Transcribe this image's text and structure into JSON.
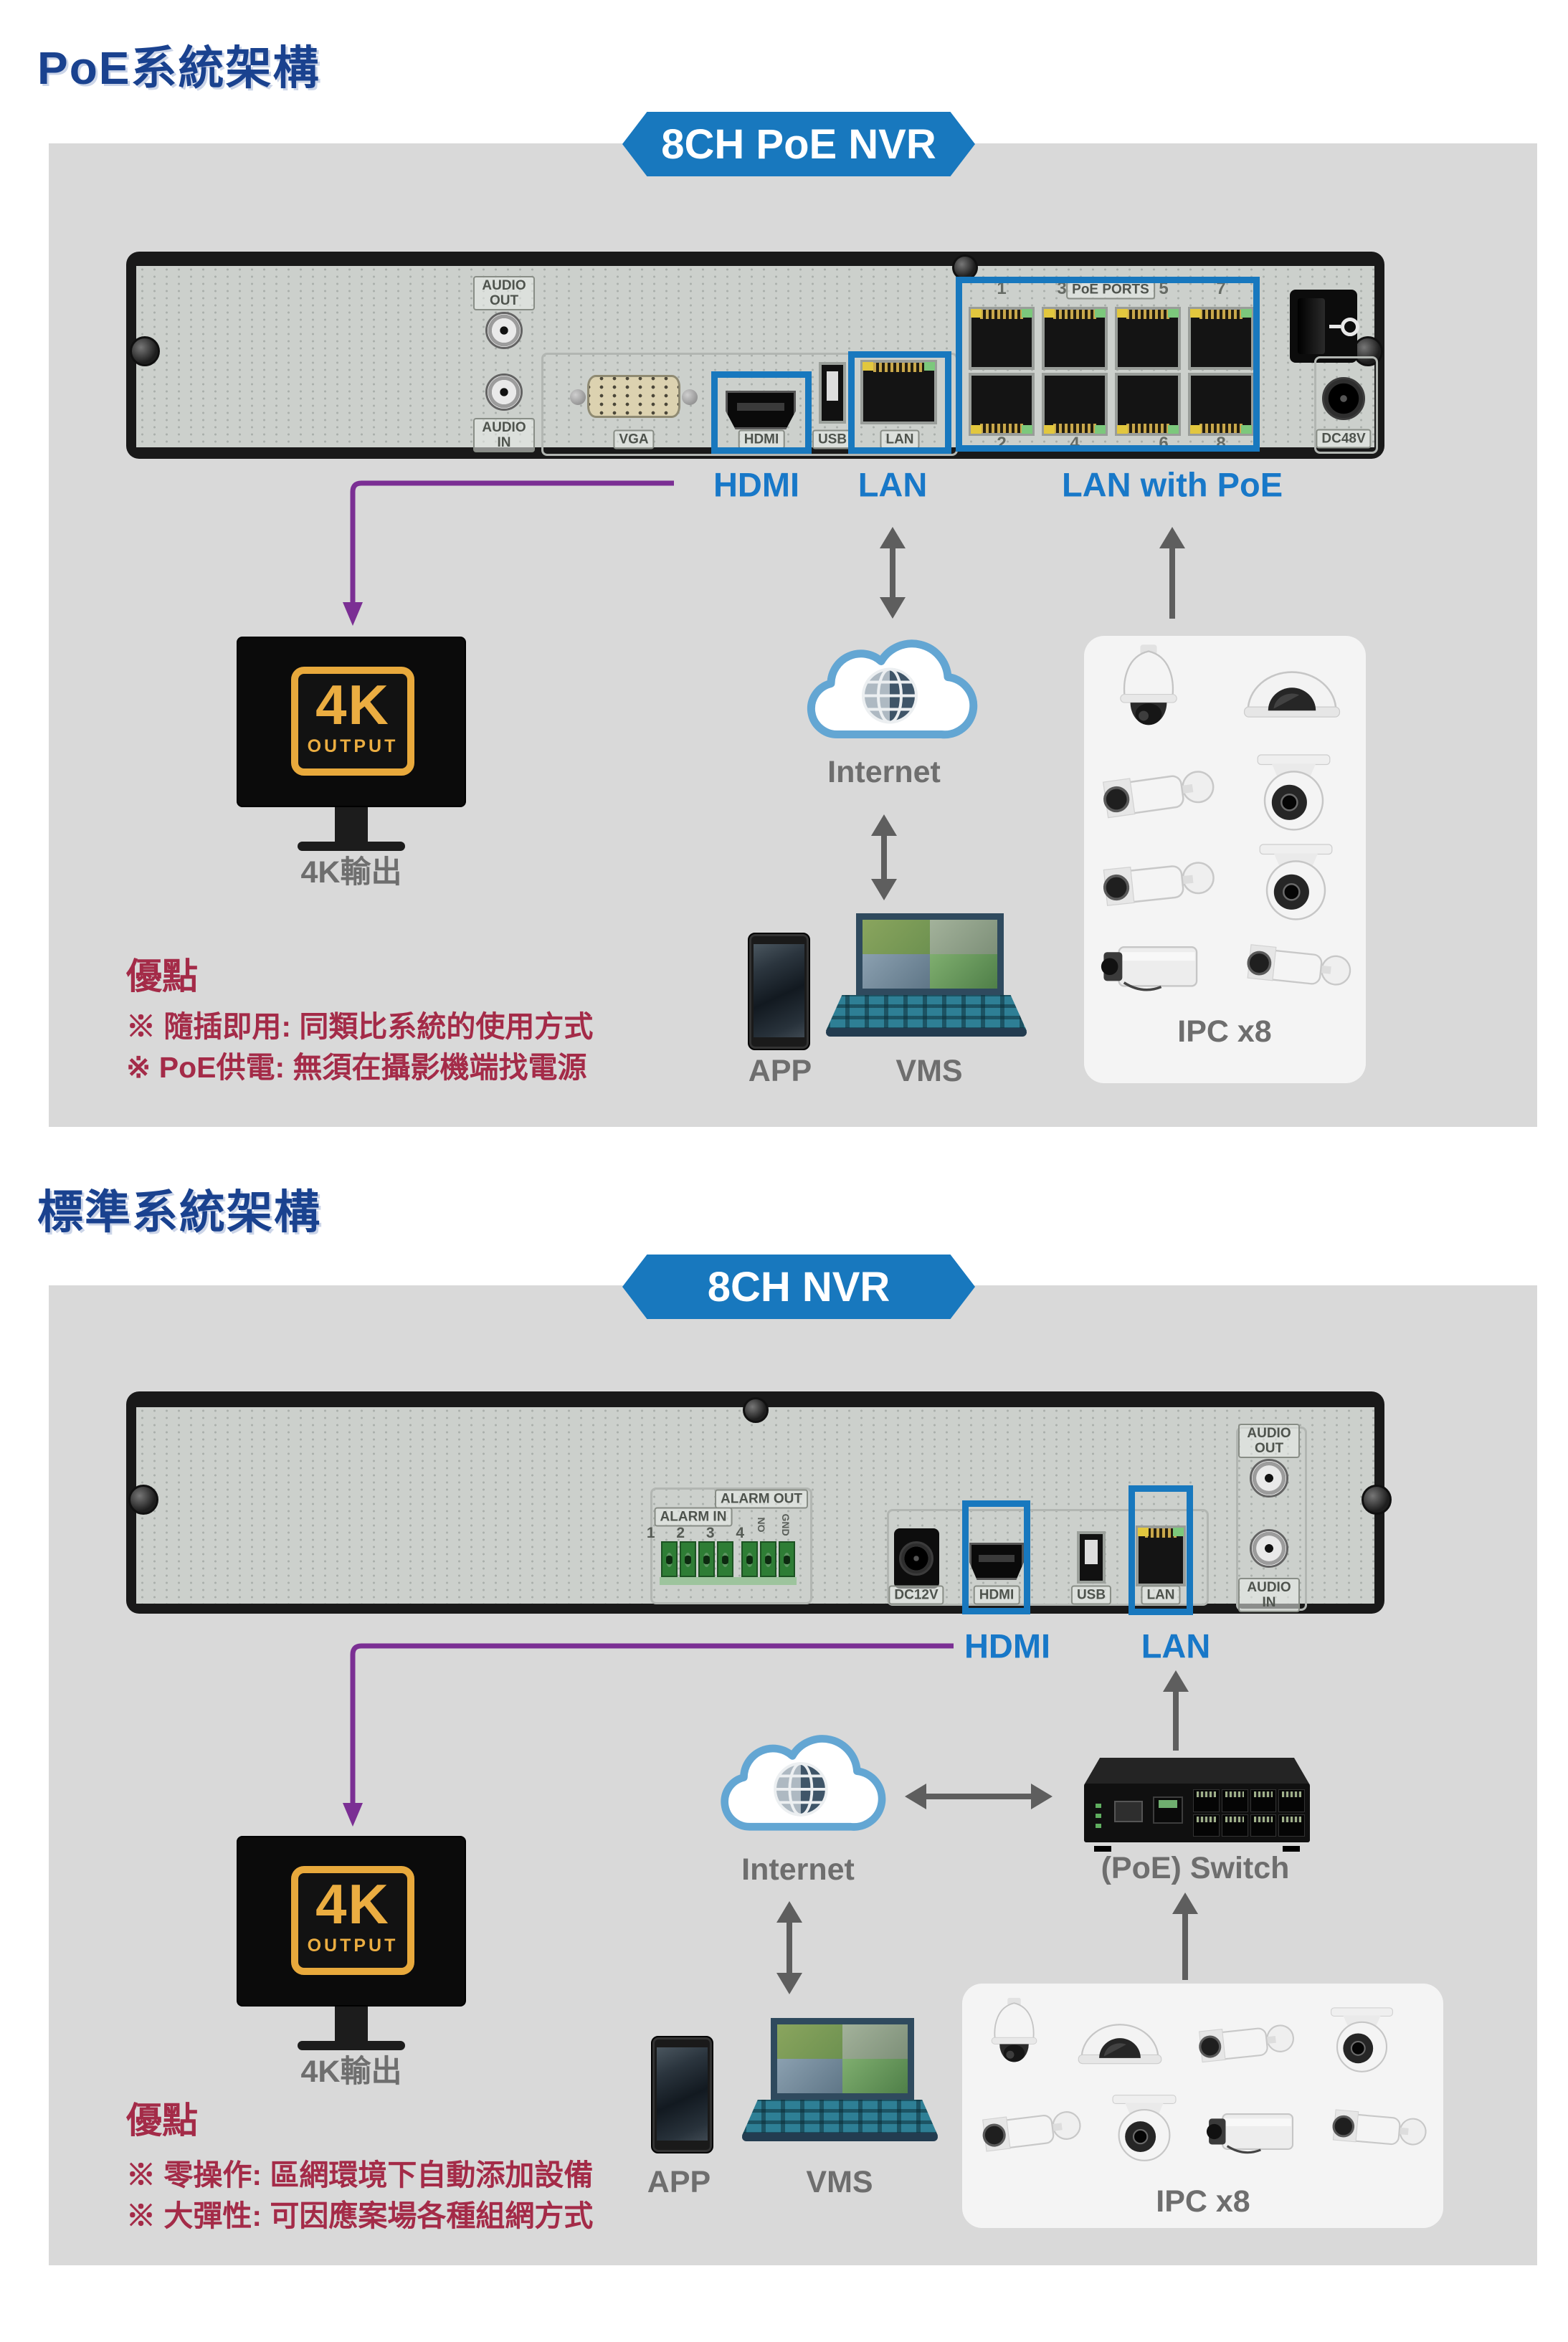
{
  "colors": {
    "accent_blue": "#1878BE",
    "title_navy": "#1A428F",
    "label_blue": "#1878C8",
    "benefit_red": "#A42B48",
    "panel_gray": "#D9D9D9",
    "text_gray": "#6E6E6E",
    "purple": "#7B2F94",
    "arrow_gray": "#5E5E5E",
    "cloud_blue": "#63A6D3",
    "gold_badge": "#E8A93C"
  },
  "section1": {
    "title": "PoE系統架構",
    "banner": "8CH PoE NVR",
    "nvr": {
      "audio_out": "AUDIO OUT",
      "audio_in": "AUDIO IN",
      "vga": "VGA",
      "hdmi": "HDMI",
      "usb": "USB",
      "lan": "LAN",
      "poe_header": "PoE PORTS",
      "poe_top": [
        "1",
        "3",
        "5",
        "7"
      ],
      "poe_bottom": [
        "2",
        "4",
        "6",
        "8"
      ],
      "dc": "DC48V"
    },
    "labels": {
      "hdmi": "HDMI",
      "lan": "LAN",
      "lan_poe": "LAN with PoE"
    },
    "monitor": {
      "badge": "4K",
      "badge_sub": "OUTPUT",
      "caption": "4K輸出"
    },
    "internet_label": "Internet",
    "app_label": "APP",
    "vms_label": "VMS",
    "ipc_label": "IPC x8",
    "benefits": {
      "heading": "優點",
      "items": [
        "※ 隨插即用: 同類比系統的使用方式",
        "※ PoE供電: 無須在攝影機端找電源"
      ]
    }
  },
  "section2": {
    "title": "標準系統架構",
    "banner": "8CH NVR",
    "nvr": {
      "alarm_in": "ALARM IN",
      "alarm_out": "ALARM OUT",
      "alarm_nums": "1 2 3 4",
      "alarm_pins": [
        "NO",
        "GND"
      ],
      "dc": "DC12V",
      "hdmi": "HDMI",
      "usb": "USB",
      "lan": "LAN",
      "audio_out": "AUDIO OUT",
      "audio_in": "AUDIO IN"
    },
    "labels": {
      "hdmi": "HDMI",
      "lan": "LAN"
    },
    "switch_label": "(PoE) Switch",
    "monitor": {
      "badge": "4K",
      "badge_sub": "OUTPUT",
      "caption": "4K輸出"
    },
    "internet_label": "Internet",
    "app_label": "APP",
    "vms_label": "VMS",
    "ipc_label": "IPC x8",
    "benefits": {
      "heading": "優點",
      "items": [
        "※ 零操作: 區網環境下自動添加設備",
        "※ 大彈性: 可因應案場各種組網方式"
      ]
    }
  }
}
